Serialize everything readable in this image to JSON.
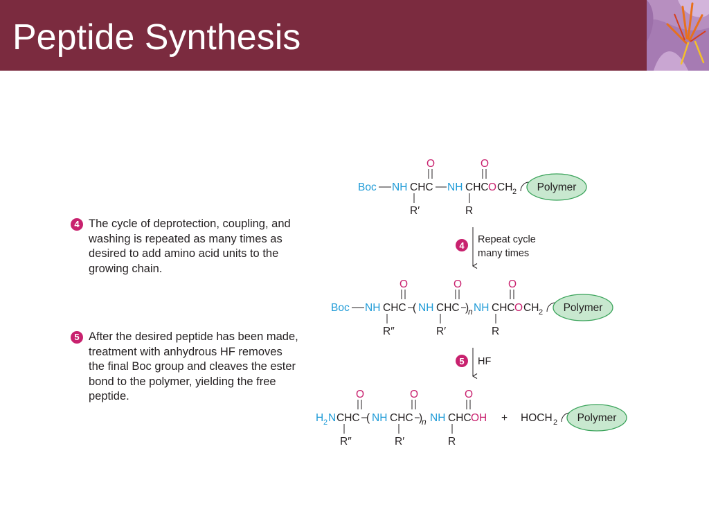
{
  "slide": {
    "title": "Peptide Synthesis"
  },
  "steps": [
    {
      "number": "4",
      "text": "The cycle of deprotection, coupling, and washing is repeated as many times as desired to add amino acid units to the growing chain."
    },
    {
      "number": "5",
      "text": "After the desired peptide has been made, treatment with anhydrous HF removes the final Boc group and cleaves the ester bond to the polymer, yielding the free peptide."
    }
  ],
  "scheme": {
    "arrow1": {
      "number": "4",
      "line1": "Repeat cycle",
      "line2": "many times"
    },
    "arrow2": {
      "number": "5",
      "label": "HF"
    },
    "polymer_label": "Polymer",
    "plus": "+",
    "colors": {
      "nitrogen": "#1f9bd7",
      "oxygen": "#c8216e",
      "polymer_fill": "#c8e8cf",
      "polymer_stroke": "#3aa35a",
      "text": "#231f20",
      "header": "#7b2b3f"
    }
  }
}
